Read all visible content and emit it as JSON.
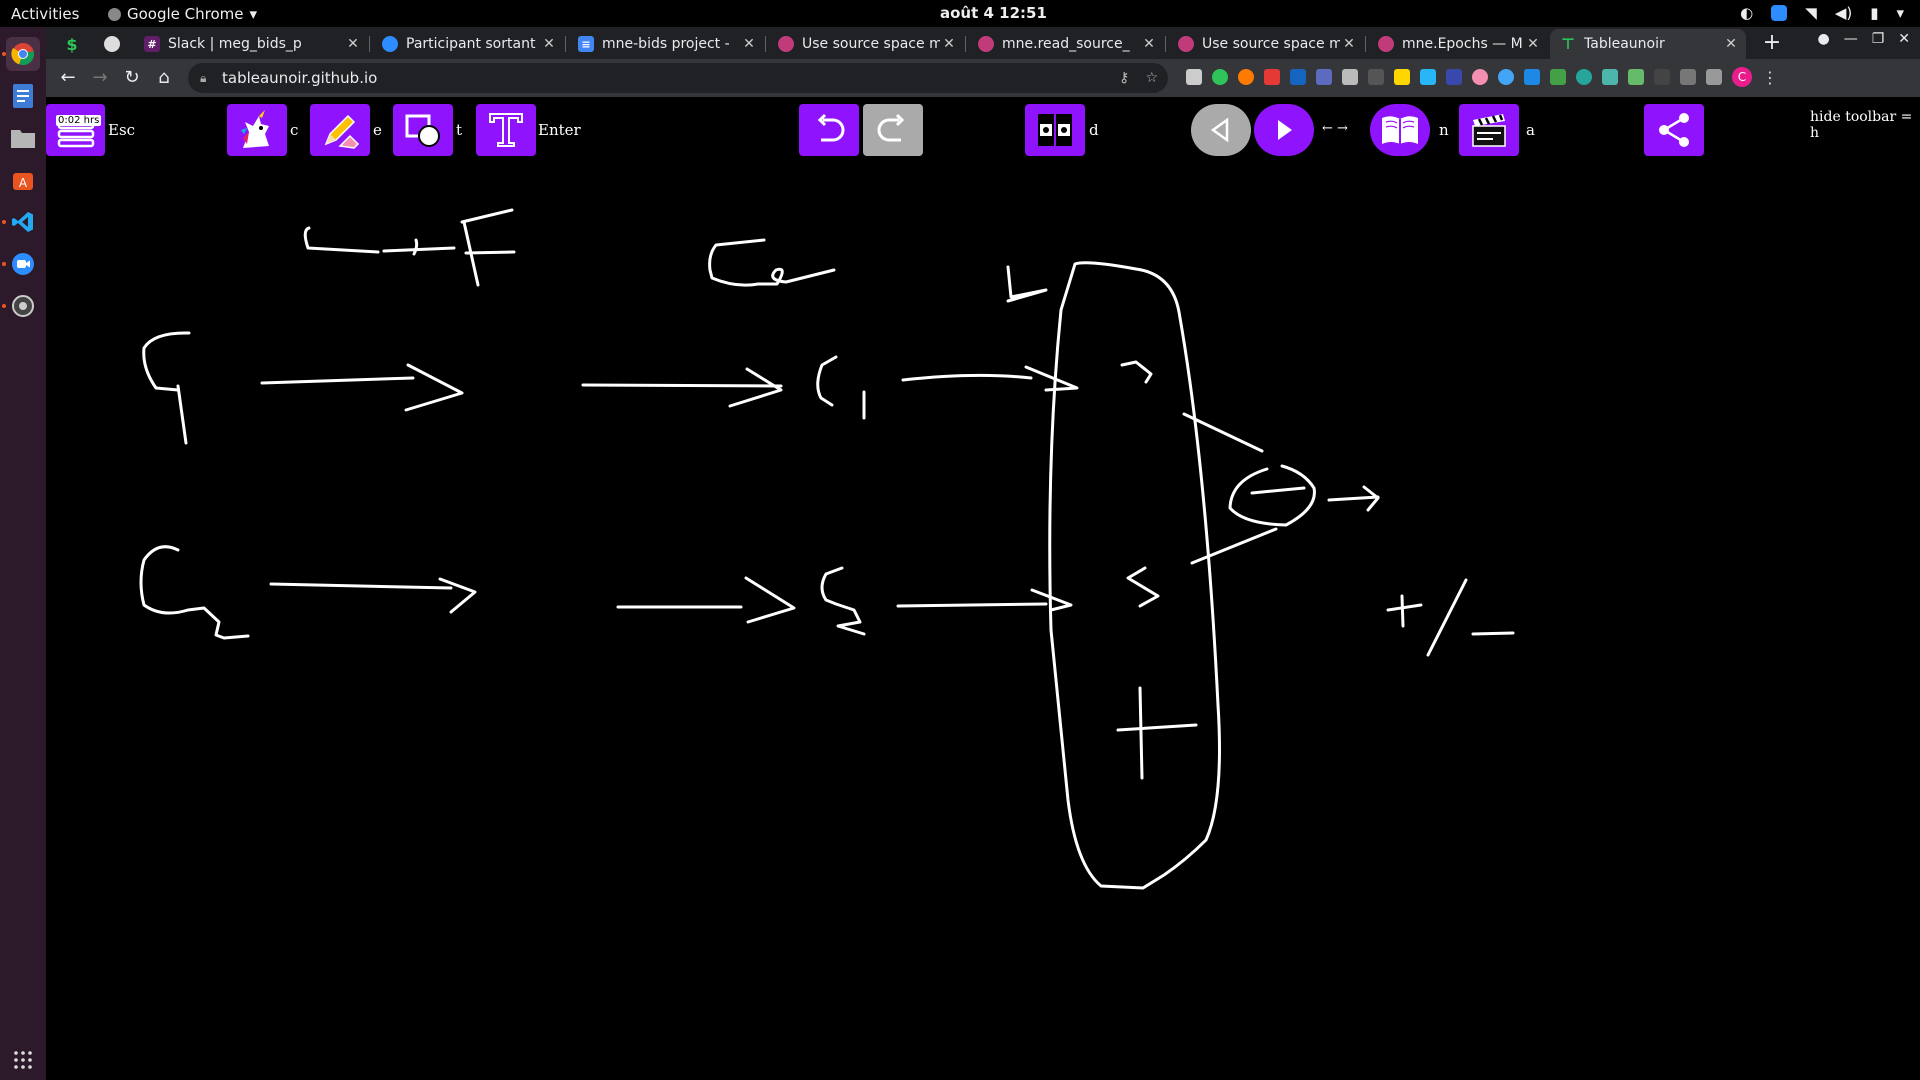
{
  "system": {
    "activities": "Activities",
    "app_name": "Google Chrome",
    "clock": "août 4  12:51"
  },
  "tabs": [
    {
      "title": "",
      "favicon_color": "#2ec45a",
      "icon": "dollar-icon"
    },
    {
      "title": "",
      "favicon_color": "#dddddd",
      "icon": "circle-icon"
    },
    {
      "title": "Slack | meg_bids_p",
      "favicon_color": "#611f69",
      "icon": "slack-icon"
    },
    {
      "title": "Participant sortant",
      "favicon_color": "#2d8cff",
      "icon": "zoom-icon"
    },
    {
      "title": "mne-bids project -",
      "favicon_color": "#4285f4",
      "icon": "docs-icon"
    },
    {
      "title": "Use source space m",
      "favicon_color": "#c13b7a",
      "icon": "mne-icon"
    },
    {
      "title": "mne.read_source_",
      "favicon_color": "#c13b7a",
      "icon": "mne-icon"
    },
    {
      "title": "Use source space m",
      "favicon_color": "#c13b7a",
      "icon": "mne-icon"
    },
    {
      "title": "mne.Epochs — MN",
      "favicon_color": "#c13b7a",
      "icon": "mne-icon"
    },
    {
      "title": "Tableaunoir",
      "favicon_color": "#2ec45a",
      "icon": "tableaunoir-icon",
      "active": true
    }
  ],
  "address": {
    "url": "tableaunoir.github.io"
  },
  "profile_initial": "C",
  "toolbar": {
    "timer": "0:02 hrs",
    "menu_key": "Esc",
    "magnet_key": "c",
    "draw_key": "e",
    "shapes_key": "t",
    "text_key": "Enter",
    "split_key": "d",
    "nav_keys": "← →",
    "book_key": "n",
    "anim_key": "a",
    "hide_hint": "hide toolbar = h"
  },
  "colors": {
    "accent": "#9013fe",
    "disabled": "#aaaaaa",
    "chalk": "#ffffff",
    "board": "#000000"
  }
}
